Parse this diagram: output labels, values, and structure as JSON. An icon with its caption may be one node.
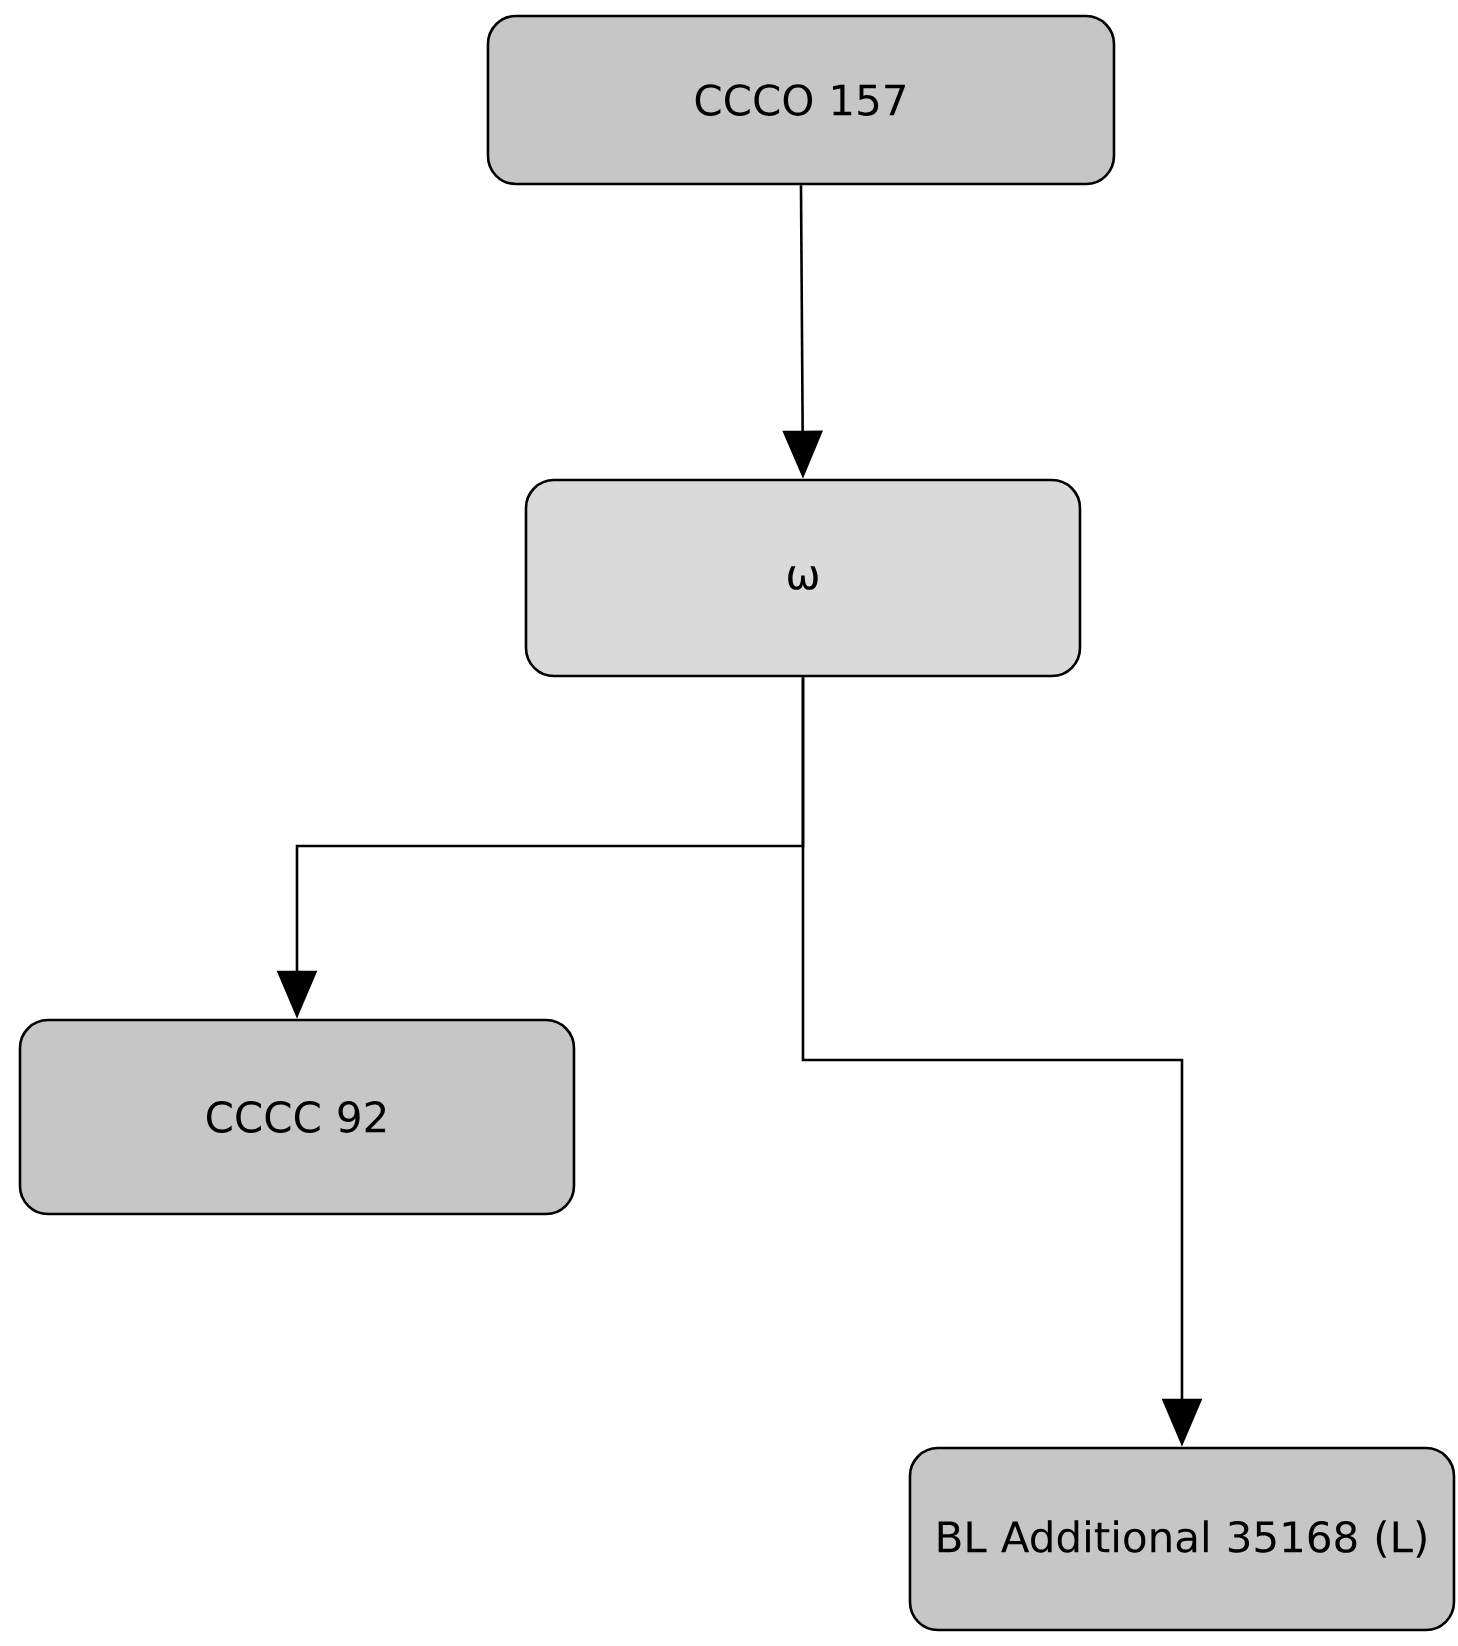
{
  "diagram": {
    "nodes": [
      {
        "text": [
          "CCCO 157"
        ]
      },
      {
        "text": [
          "ω"
        ]
      },
      {
        "text": [
          "CCCC 92"
        ]
      },
      {
        "text": [
          "BL Additional 35168 (L)"
        ]
      }
    ],
    "edges": [
      {
        "from": 0,
        "to": 1,
        "arrow": "to"
      },
      {
        "from": 1,
        "to": 2,
        "arrow": "to"
      },
      {
        "from": 1,
        "to": 3,
        "arrow": "to"
      }
    ]
  }
}
